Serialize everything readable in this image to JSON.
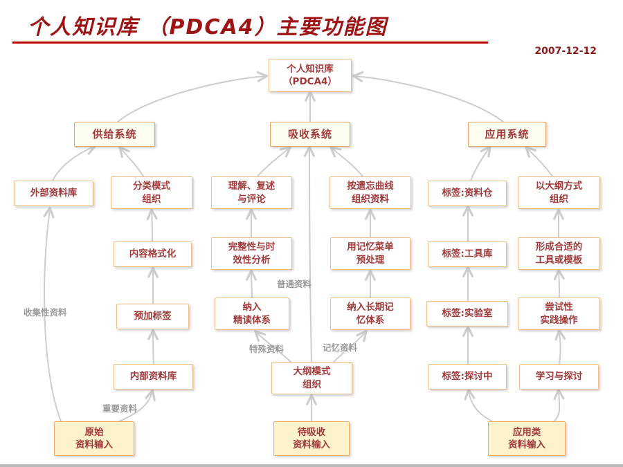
{
  "slide": {
    "title": "个人知识库 （PDCA4）主要功能图",
    "date": "2007-12-12"
  },
  "nodes": {
    "root": {
      "label": "个人知识库\n（PDCA4）"
    },
    "supply": {
      "label": "供给系统"
    },
    "absorb": {
      "label": "吸收系统"
    },
    "apply": {
      "label": "应用系统"
    },
    "ext_db": {
      "label": "外部资料库"
    },
    "classify": {
      "label": "分类模式\n组织"
    },
    "format": {
      "label": "内容格式化"
    },
    "pretag": {
      "label": "预加标签"
    },
    "int_db": {
      "label": "内部资料库"
    },
    "raw_input": {
      "label": "原始\n资料输入"
    },
    "comprehend": {
      "label": "理解、复述\n与评论"
    },
    "forget_curve": {
      "label": "按遗忘曲线\n组织资料"
    },
    "integrity": {
      "label": "完整性与时\n效性分析"
    },
    "mem_menu": {
      "label": "用记忆菜单\n预处理"
    },
    "intensive": {
      "label": "纳入\n精读体系"
    },
    "longterm": {
      "label": "纳入长期记\n忆体系"
    },
    "outline_org": {
      "label": "大纲模式\n组织"
    },
    "absorb_input": {
      "label": "待吸收\n资料输入"
    },
    "tag_store": {
      "label": "标签:资料仓"
    },
    "outline_way": {
      "label": "以大纲方式\n组织"
    },
    "tag_tool": {
      "label": "标签:工具库"
    },
    "form_tool": {
      "label": "形成合适的\n工具或模板"
    },
    "tag_lab": {
      "label": "标签:实验室"
    },
    "try_practice": {
      "label": "尝试性\n实践操作"
    },
    "tag_discuss": {
      "label": "标签:探讨中"
    },
    "learn_discuss": {
      "label": "学习与探讨"
    },
    "apply_input": {
      "label": "应用类\n资料输入"
    }
  },
  "edge_labels": {
    "collect": "收集性资料",
    "important": "重要资料",
    "common": "普通资料",
    "special": "特殊资料",
    "memory": "记忆资料"
  },
  "colors": {
    "title": "#9e1414",
    "underline": "#c00000",
    "box_text": "#a03a3a",
    "box_border": "#f2bd85",
    "highlight_fill": "#fcf3cd",
    "arrow": "#cdcdcd"
  }
}
